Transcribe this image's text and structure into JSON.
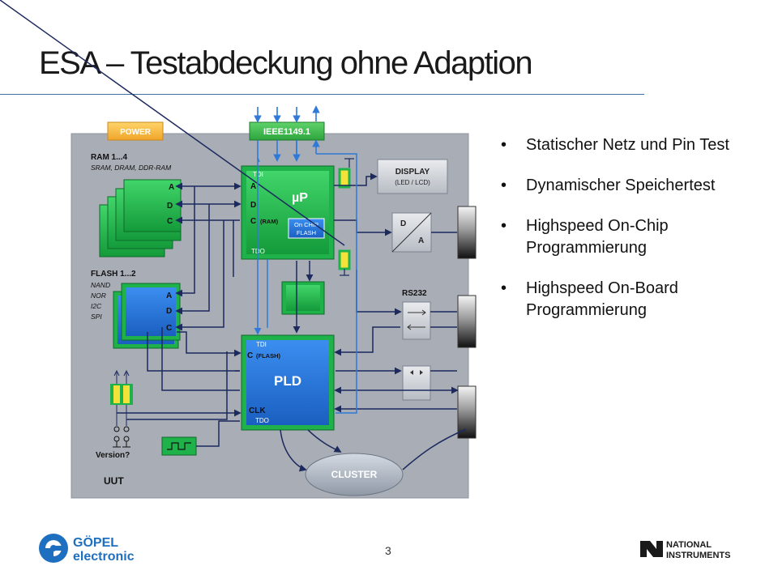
{
  "slide": {
    "title": "ESA – Testabdeckung ohne Adaption",
    "page_number": "3"
  },
  "bullets": [
    "Statischer Netz und Pin Test",
    "Dynamischer Speichertest",
    "Highspeed On-Chip Programmierung",
    "Highspeed On-Board Programmierung"
  ],
  "diagram": {
    "power_label": "POWER",
    "ieee_label": "IEEE1149.1",
    "ram_title": "RAM 1...4",
    "ram_sub": "SRAM, DRAM, DDR-RAM",
    "flash_title": "FLASH 1...2",
    "flash_types": [
      "NAND",
      "NOR",
      "I2C",
      "SPI"
    ],
    "adc_letters": [
      "A",
      "D",
      "C"
    ],
    "up": {
      "tdi": "TDI",
      "a": "A",
      "d": "D",
      "c": "C",
      "c_sub": "(RAM)",
      "name": "µP",
      "chip_line1": "On CHIP",
      "chip_line2": "FLASH",
      "tdo": "TDO"
    },
    "display_line1": "DISPLAY",
    "display_line2": "(LED / LCD)",
    "dac_d": "D",
    "dac_a": "A",
    "rs232": "RS232",
    "pld": {
      "tdi": "TDI",
      "c": "C",
      "c_sub": "(FLASH)",
      "name": "PLD",
      "clk": "CLK",
      "tdo": "TDO"
    },
    "version": "Version?",
    "uut": "UUT",
    "cluster": "CLUSTER"
  },
  "logos": {
    "gopel_line1": "GÖPEL",
    "gopel_line2": "electronic",
    "ni_line1": "NATIONAL",
    "ni_line2": "INSTRUMENTS"
  },
  "colors": {
    "board": "#a9adb5",
    "green": "#1fb24a",
    "blue": "#1f6fd1",
    "yellow": "#f4e23a",
    "wire": "#1c2a5e",
    "wire_blue": "#2f7ad8",
    "ieee": "#3fbf4f",
    "power": "#f5c24a",
    "cluster": "#a8b2be"
  }
}
